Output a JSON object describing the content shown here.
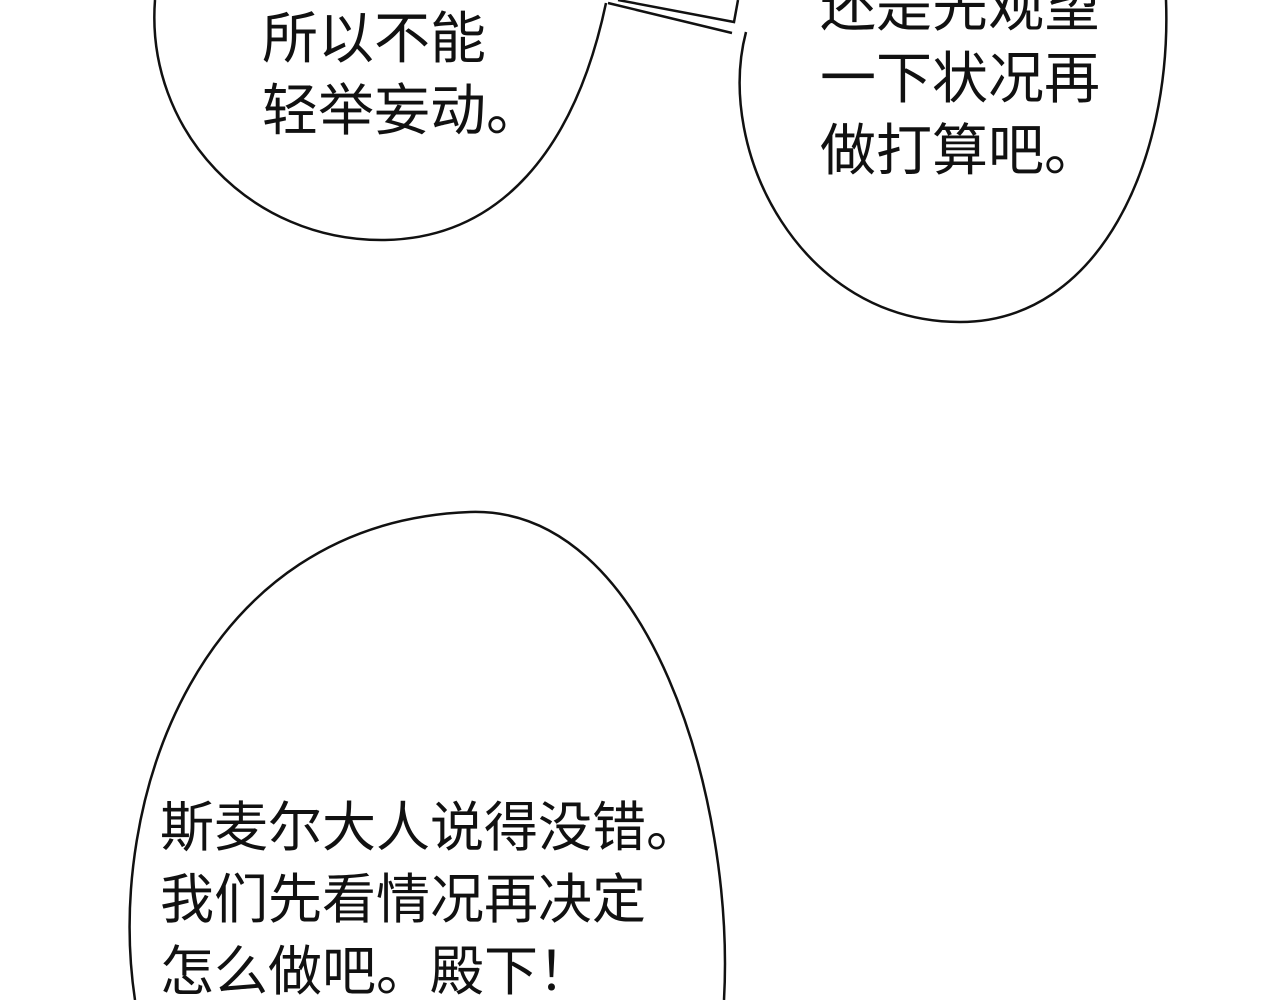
{
  "bubbles": {
    "left": {
      "lines": [
        "所以不能",
        "轻举妄动。"
      ]
    },
    "right": {
      "lines": [
        "还是先观望",
        "一下状况再",
        "做打算吧。"
      ]
    },
    "bottom": {
      "lines": [
        "斯麦尔大人说得没错。",
        "我们先看情况再决定",
        "怎么做吧。殿下！"
      ]
    }
  },
  "colors": {
    "ink": "#111111",
    "paper": "#ffffff"
  }
}
